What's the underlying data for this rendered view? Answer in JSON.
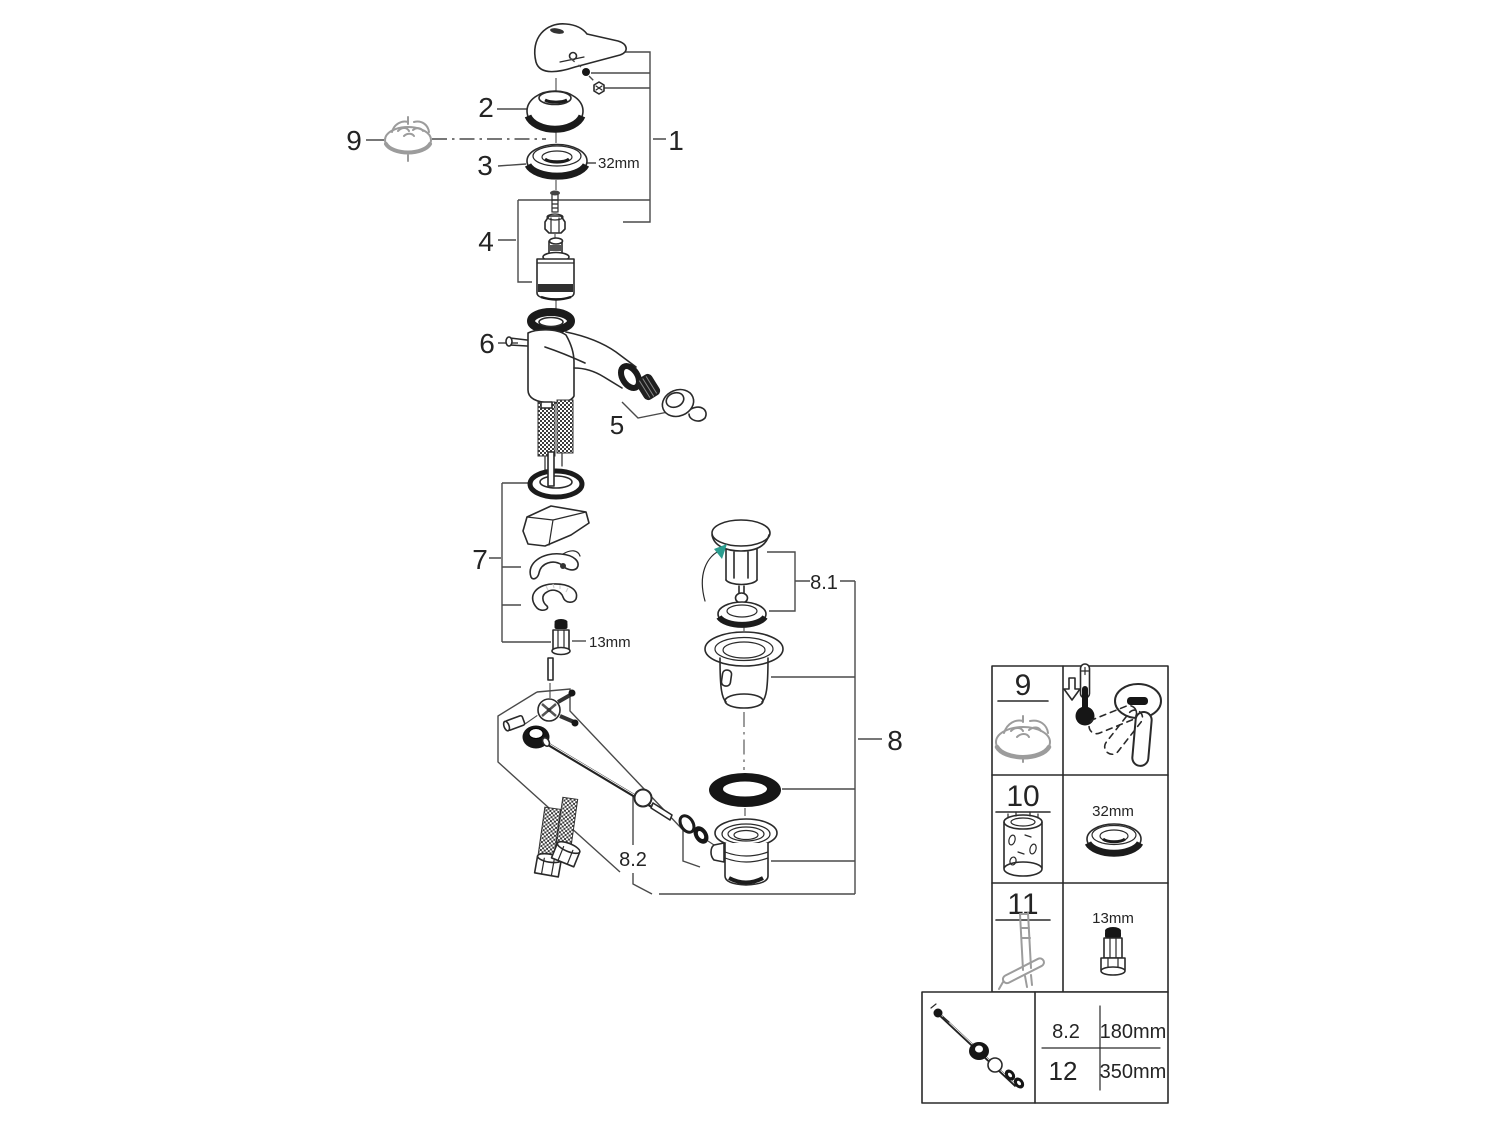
{
  "canvas": {
    "background": "#ffffff"
  },
  "colors": {
    "line": "#2a2a2a",
    "leader": "#4a4a4a",
    "light_part": "#9c9c9c",
    "accent_teal": "#2a9d8f"
  },
  "callouts": {
    "n1": "1",
    "n2": "2",
    "n3": "3",
    "n4": "4",
    "n5": "5",
    "n6": "6",
    "n7": "7",
    "n8": "8",
    "n8_1": "8.1",
    "n8_2": "8.2",
    "n9": "9",
    "dim_32mm": "32mm",
    "dim_13mm": "13mm"
  },
  "parts_table": {
    "rows": [
      {
        "num": "9"
      },
      {
        "num": "10",
        "detail_label": "32mm"
      },
      {
        "num": "11",
        "detail_label": "13mm"
      }
    ],
    "length_table": {
      "rows": [
        {
          "num": "8.2",
          "length": "180mm"
        },
        {
          "num": "12",
          "length": "350mm"
        }
      ]
    }
  }
}
